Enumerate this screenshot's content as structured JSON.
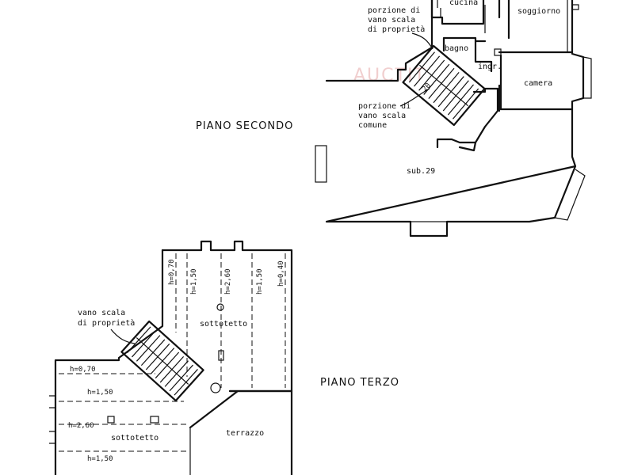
{
  "floors": {
    "second": {
      "title": "PIANO SECONDO",
      "rooms": {
        "cucina": "cucina",
        "soggiorno": "soggiorno",
        "bagno": "bagno",
        "ingr": "ingr.",
        "camera": "camera",
        "sub": "sub.29"
      },
      "stair_own": [
        "porzione di",
        "vano scala",
        "di proprietà"
      ],
      "stair_common": [
        "porzione di",
        "vano scala",
        "comune"
      ],
      "stair_number": "20"
    },
    "third": {
      "title": "PIANO TERZO",
      "stair_own": [
        "vano scala",
        "di proprietà"
      ],
      "rooms": {
        "sottotetto_upper": "sottotetto",
        "sottotetto_lower": "sottotetto",
        "terrazzo": "terrazzo"
      },
      "heights_vertical": [
        "h=0,70",
        "h=1,50",
        "h=2,60",
        "h=1,50",
        "h=0,40"
      ],
      "heights_horizontal": [
        "h=0,70",
        "h=1,50",
        "h=2,60",
        "h=1,50"
      ]
    }
  },
  "watermark": "AUCTIT"
}
